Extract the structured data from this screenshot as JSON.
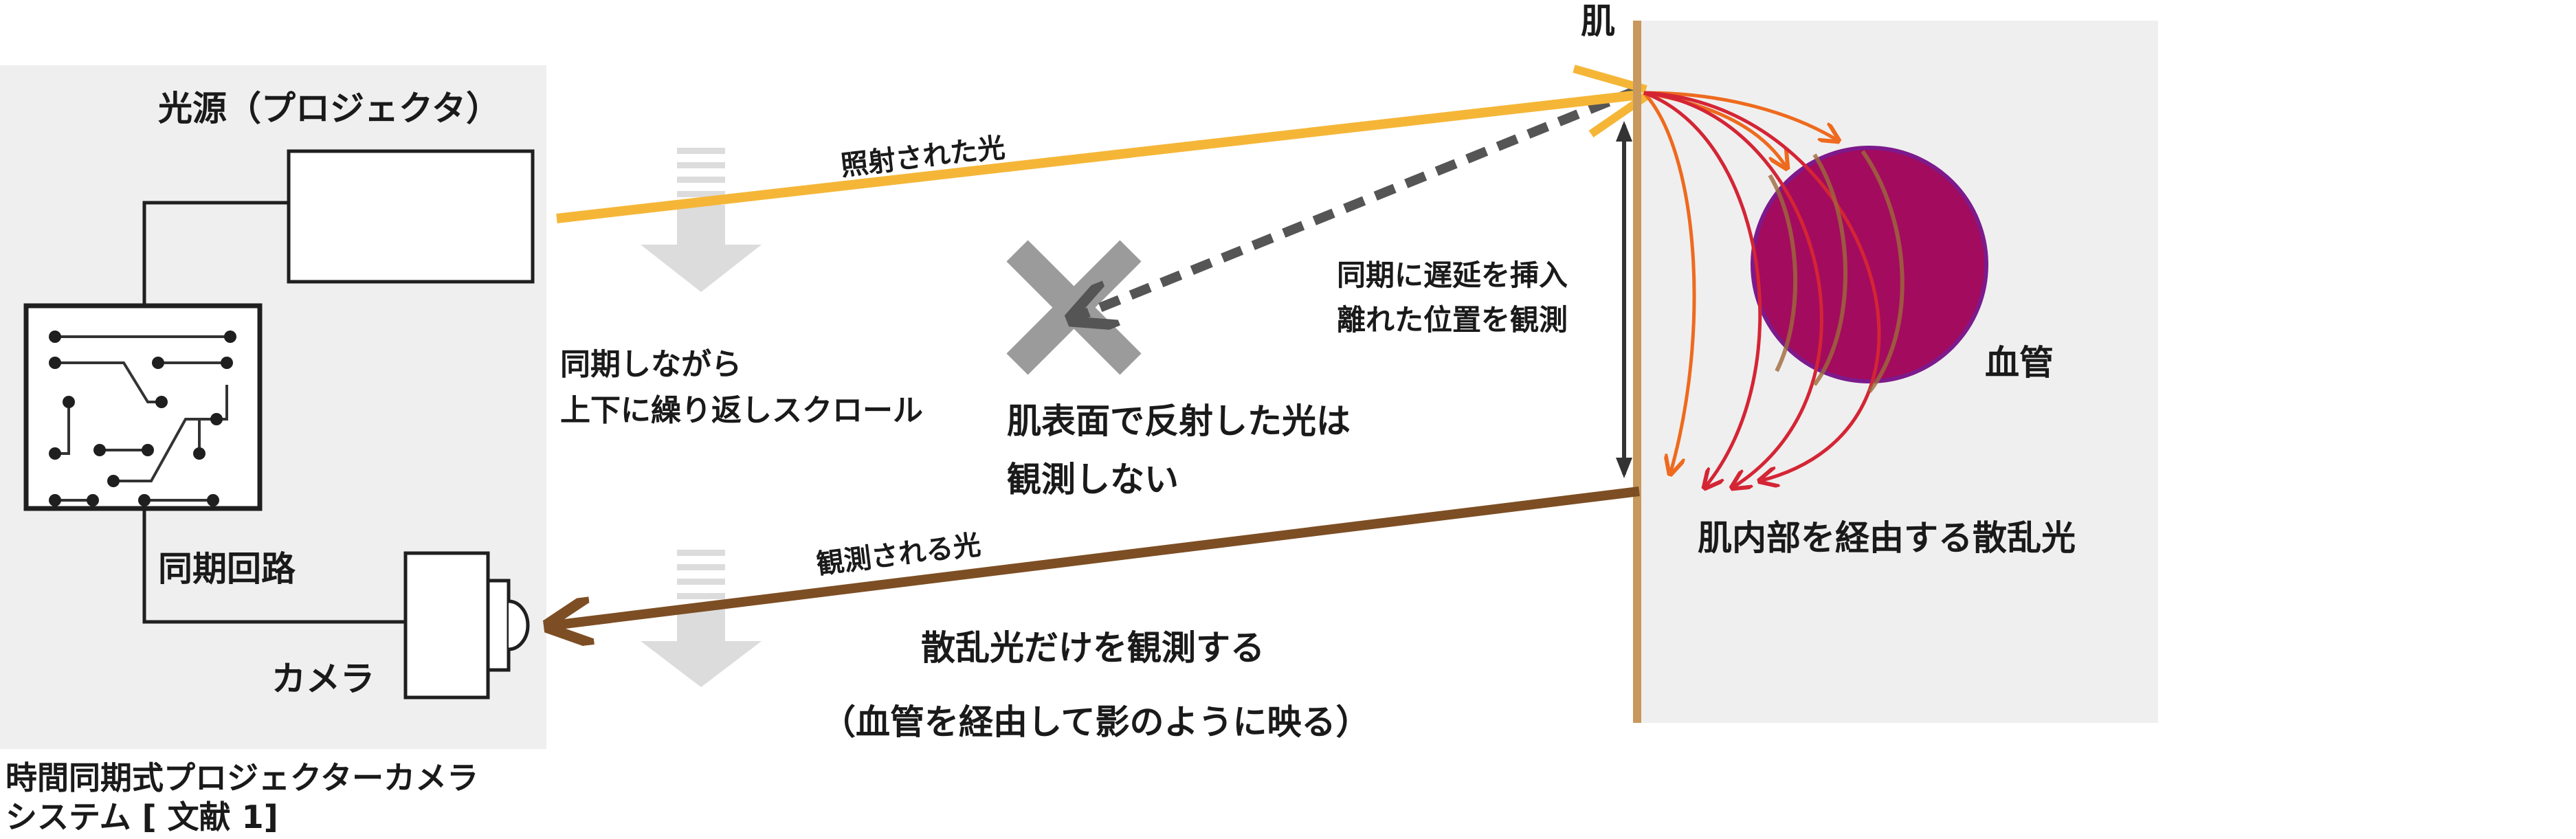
{
  "system": {
    "title_line1": "時間同期式プロジェクターカメラ",
    "title_line2": "システム [ 文献 1]"
  },
  "labels": {
    "light_source": "光源（プロジェクタ）",
    "sync_circuit": "同期回路",
    "camera": "カメラ",
    "skin": "肌",
    "blood_vessel": "血管",
    "illuminated_light": "照射された光",
    "observed_light": "観測される光",
    "scroll_line1": "同期しながら",
    "scroll_line2": "上下に繰り返しスクロール",
    "delay_line1": "同期に遅延を挿入",
    "delay_line2": "離れた位置を観測",
    "reflect_line1": "肌表面で反射した光は",
    "reflect_line2": "観測しない",
    "scattered": "肌内部を経由する散乱光",
    "only_scatter_line1": "散乱光だけを観測する",
    "only_scatter_line2": "（血管を経由して影のように映る）"
  },
  "colors": {
    "panel_bg": "#efefef",
    "projected_light": "#f5b637",
    "observed_light": "#7d4e24",
    "skin_line": "#c8985c",
    "blood_vessel": "#a30b5e",
    "blood_vessel_edge": "#7d1a8c",
    "scatter_orange": "#ee6a1e",
    "scatter_red": "#d42535",
    "reflection_dash": "#555555",
    "cross": "#9b9b9b",
    "scroll_arrow": "#dcdcdc",
    "outline": "#1f1f1f"
  }
}
